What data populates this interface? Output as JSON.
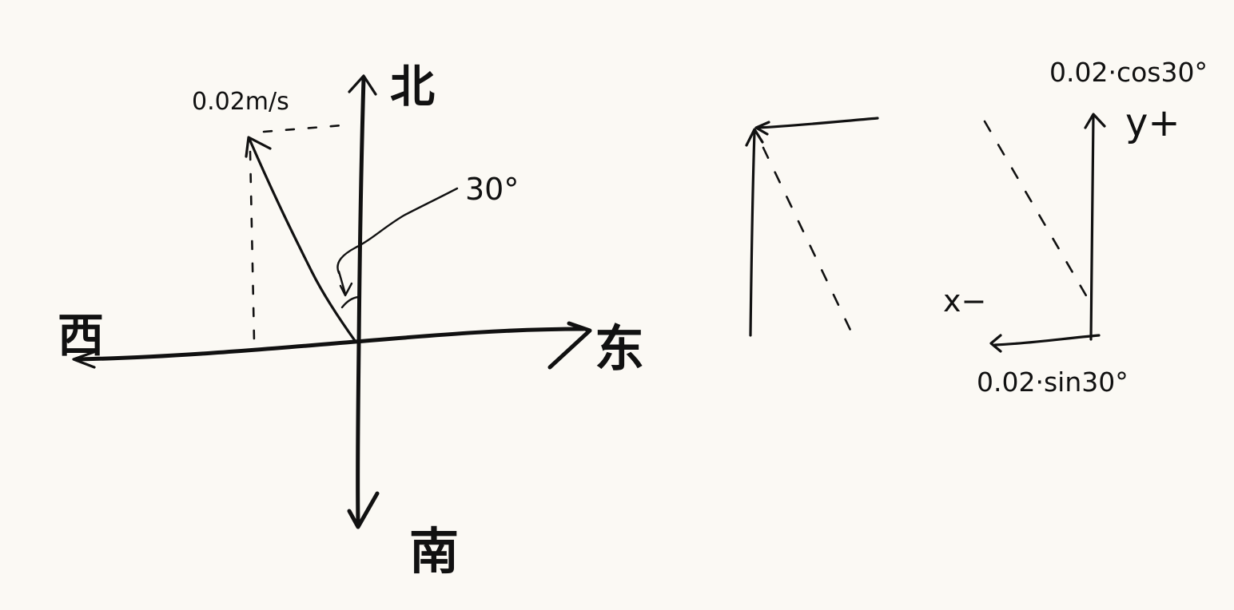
{
  "left_diagram": {
    "north_label": "北",
    "south_label": "南",
    "east_label": "东",
    "west_label": "西",
    "speed_label": "0.02m/s",
    "angle_label": "30°"
  },
  "right_diagram": {
    "y_component_label": "0.02·cos30°",
    "x_component_label": "0.02·sin30°",
    "y_axis_label": "y+",
    "x_axis_label": "x−"
  }
}
